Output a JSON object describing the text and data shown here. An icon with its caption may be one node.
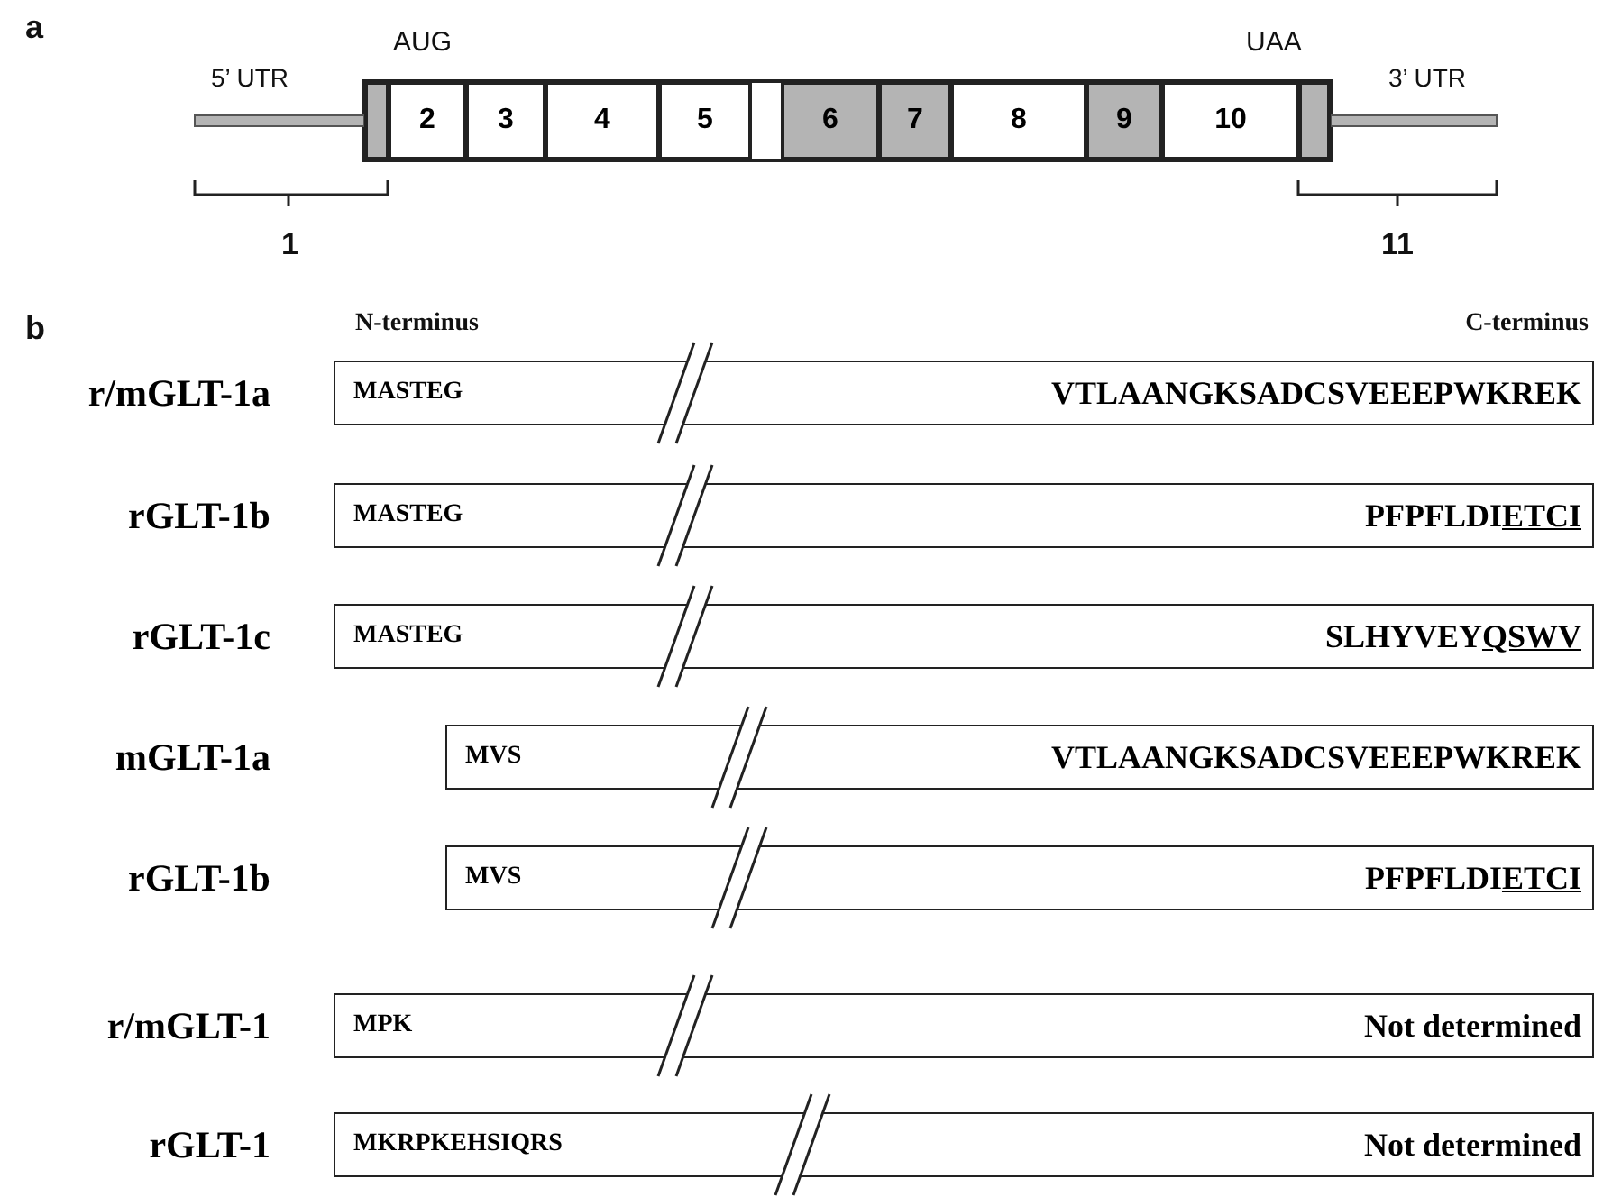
{
  "diagram": {
    "nodes": [
      {
        "text": [],
        "shape": "box"
      },
      {
        "text": [
          "2"
        ]
      },
      {
        "text": [
          "3"
        ]
      },
      {
        "text": [
          "4"
        ]
      },
      {
        "text": [
          "5"
        ]
      },
      {
        "text": [
          "6"
        ]
      },
      {
        "text": [
          "7"
        ]
      },
      {
        "text": [
          "8"
        ]
      },
      {
        "text": [
          "9"
        ]
      },
      {
        "text": [
          "10"
        ]
      },
      {
        "text": [],
        "shape": "box"
      },
      {
        "text": [
          "MASTEG",
          "VTLAANGKSADCSVEEEPWKREK"
        ]
      },
      {
        "text": [
          "MASTEG",
          "PFPFLDI",
          "ETCI"
        ]
      },
      {
        "text": [
          "MASTEG",
          "SLHYVEY",
          "QSWV"
        ]
      },
      {
        "text": [
          "MVS",
          "VTLAANGKSADCSVEEEPWKREK"
        ]
      },
      {
        "text": [
          "MVS",
          "PFPFLDI",
          "ETCI"
        ]
      },
      {
        "text": [
          "MPK",
          "Not determined"
        ]
      },
      {
        "text": [
          "MKRPKEHSIQRS",
          "Not determined"
        ]
      }
    ],
    "labels": [
      "a",
      "AUG",
      "UAA",
      "5’ UTR",
      "3’ UTR",
      "1",
      "11",
      "b",
      "N-terminus",
      "C-terminus",
      "r/mGLT-1a",
      "rGLT-1b",
      "rGLT-1c",
      "mGLT-1a",
      "rGLT-1b",
      "r/mGLT-1",
      "rGLT-1"
    ]
  }
}
